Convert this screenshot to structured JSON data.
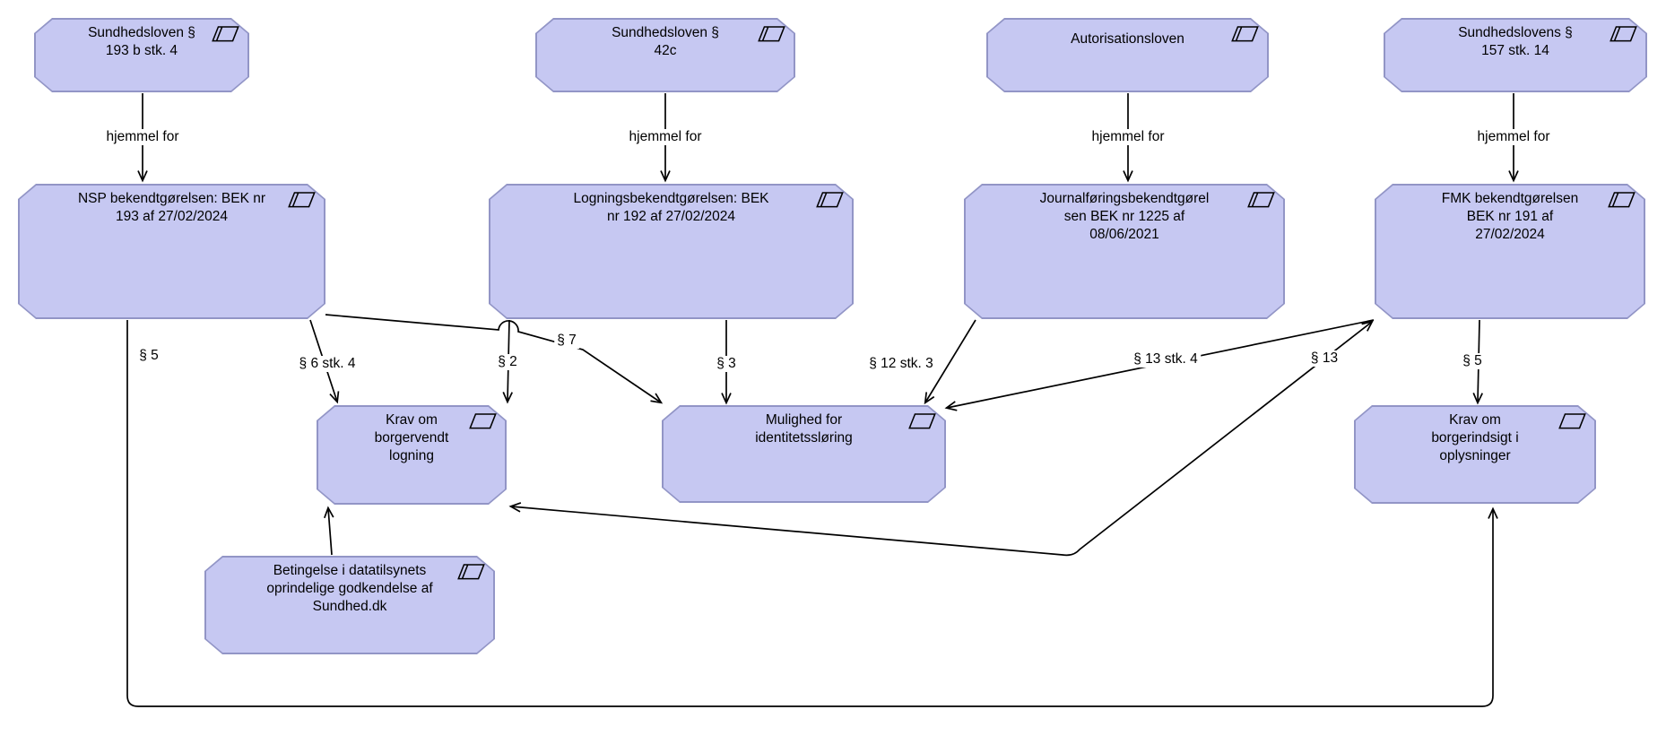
{
  "diagram": {
    "title": "Lovgrundlag-diagram (hjemmelskæde for sundhedslovgivning)",
    "colors": {
      "node_fill": "#c6c8f2",
      "node_border": "#9295c6",
      "edge": "#000000",
      "background": "#ffffff"
    },
    "nodes": {
      "a1": {
        "label": "Sundhedsloven §\n193 b stk. 4",
        "icon": "document-parallelogram-icon"
      },
      "a2": {
        "label": "Sundhedsloven §\n42c",
        "icon": "document-parallelogram-icon"
      },
      "a3": {
        "label": "Autorisationsloven",
        "icon": "document-parallelogram-icon"
      },
      "a4": {
        "label": "Sundhedslovens §\n157 stk. 14",
        "icon": "document-parallelogram-icon"
      },
      "b1": {
        "label": "NSP bekendtgørelsen: BEK nr\n193 af 27/02/2024",
        "icon": "document-parallelogram-icon"
      },
      "b2": {
        "label": "Logningsbekendtgørelsen: BEK\nnr 192 af 27/02/2024",
        "icon": "document-parallelogram-icon"
      },
      "b3": {
        "label": "Journalføringsbekendtgørel\nsen BEK nr 1225 af\n08/06/2021",
        "icon": "document-parallelogram-icon"
      },
      "b4": {
        "label": "FMK bekendtgørelsen\nBEK nr 191 af\n27/02/2024",
        "icon": "document-parallelogram-icon"
      },
      "c1": {
        "label": "Krav om\nborgervendt\nlogning",
        "icon": "parallelogram-icon"
      },
      "c2": {
        "label": "Mulighed for\nidentitetssløring",
        "icon": "parallelogram-icon"
      },
      "c3": {
        "label": "Krav om\nborgerindsigt i\noplysninger",
        "icon": "parallelogram-icon"
      },
      "d1": {
        "label": "Betingelse i datatilsynets\noprindelige godkendelse af\nSundhed.dk",
        "icon": "document-parallelogram-icon"
      }
    },
    "edges": [
      {
        "from": "a1",
        "to": "b1",
        "label": "hjemmel for"
      },
      {
        "from": "a2",
        "to": "b2",
        "label": "hjemmel for"
      },
      {
        "from": "a3",
        "to": "b3",
        "label": "hjemmel for"
      },
      {
        "from": "a4",
        "to": "b4",
        "label": "hjemmel for"
      },
      {
        "from": "b1",
        "to": "c3",
        "label": "§ 5"
      },
      {
        "from": "b1",
        "to": "c1",
        "label": "§ 6 stk. 4"
      },
      {
        "from": "b2",
        "to": "c1",
        "label": "§ 2"
      },
      {
        "from": "b1",
        "to": "c2",
        "label": "§ 7"
      },
      {
        "from": "b2",
        "to": "c2",
        "label": "§ 3"
      },
      {
        "from": "b3",
        "to": "c2",
        "label": "§ 12 stk. 3"
      },
      {
        "from": "b4",
        "to": "c2",
        "label": "§ 13 stk. 4"
      },
      {
        "from": "b4",
        "to": "c1",
        "label": "§ 13"
      },
      {
        "from": "b4",
        "to": "c3",
        "label": "§ 5"
      },
      {
        "from": "d1",
        "to": "c1",
        "label": ""
      }
    ]
  }
}
